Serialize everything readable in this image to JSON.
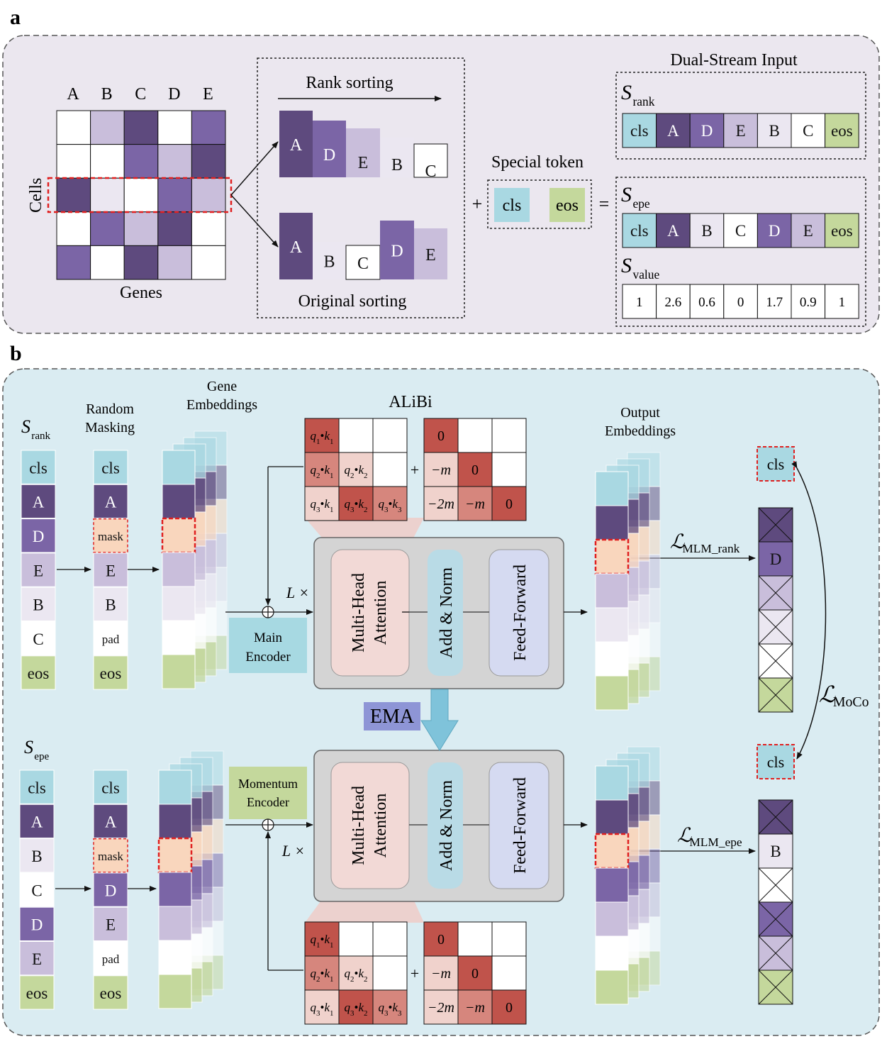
{
  "colors": {
    "panel_a_bg": "#ebe7ef",
    "panel_b_bg": "#daecf2",
    "cls": "#a9d8e2",
    "eos": "#c4d89c",
    "mask": "#f9d6bd",
    "purple_dark": "#5e4a7e",
    "purple_mid": "#7b65a6",
    "purple_light": "#c9bedb",
    "purple_pale": "#ebe7f1",
    "white": "#ffffff",
    "alibi_dark": "#c0534b",
    "alibi_mid": "#d6867d",
    "alibi_light": "#f0d2cc",
    "encoder_gray": "#d4d4d4",
    "mha_pink": "#f2d9d6",
    "addnorm_blue": "#b9dbe6",
    "ff_lavender": "#d5daf1",
    "ema_blue": "#8e95d6",
    "main_encoder_bg": "#a7d9e2",
    "momentum_encoder_bg": "#c4d89c"
  },
  "panel_a": {
    "label": "a",
    "gene_letters": [
      "A",
      "B",
      "C",
      "D",
      "E"
    ],
    "cells_label": "Cells",
    "genes_label": "Genes",
    "matrix": [
      [
        "white",
        "light",
        "dark",
        "white",
        "mid"
      ],
      [
        "white",
        "white",
        "mid",
        "light",
        "dark"
      ],
      [
        "dark",
        "pale",
        "white",
        "mid",
        "light"
      ],
      [
        "white",
        "mid",
        "light",
        "dark",
        "white"
      ],
      [
        "mid",
        "white",
        "dark",
        "light",
        "white"
      ]
    ],
    "rank_sorting": "Rank sorting",
    "original_sorting": "Original sorting",
    "rank_bars": [
      "A",
      "D",
      "E",
      "B",
      "C"
    ],
    "orig_bars": [
      "A",
      "B",
      "C",
      "D",
      "E"
    ],
    "special_token": "Special token",
    "plus": "+",
    "equals": "=",
    "dual_stream_title": "Dual-Stream Input",
    "s_rank": {
      "S": "S",
      "sub": "rank",
      "tokens": [
        "cls",
        "A",
        "D",
        "E",
        "B",
        "C",
        "eos"
      ]
    },
    "s_epe": {
      "S": "S",
      "sub": "epe",
      "tokens": [
        "cls",
        "A",
        "B",
        "C",
        "D",
        "E",
        "eos"
      ]
    },
    "s_value": {
      "S": "S",
      "sub": "value",
      "values": [
        "1",
        "2.6",
        "0.6",
        "0",
        "1.7",
        "0.9",
        "1"
      ]
    },
    "tokens": {
      "cls": "cls",
      "eos": "eos"
    }
  },
  "panel_b": {
    "label": "b",
    "s_rank": {
      "S": "S",
      "sub": "rank",
      "tokens": [
        "cls",
        "A",
        "D",
        "E",
        "B",
        "C",
        "eos"
      ]
    },
    "s_epe": {
      "S": "S",
      "sub": "epe",
      "tokens": [
        "cls",
        "A",
        "B",
        "C",
        "D",
        "E",
        "eos"
      ]
    },
    "random_masking": [
      "Random",
      "Masking"
    ],
    "masked_rank": [
      "cls",
      "A",
      "mask",
      "E",
      "B",
      "pad",
      "eos"
    ],
    "masked_epe": [
      "cls",
      "A",
      "mask",
      "D",
      "E",
      "pad",
      "eos"
    ],
    "gene_embeddings": [
      "Gene",
      "Embeddings"
    ],
    "output_embeddings": [
      "Output",
      "Embeddings"
    ],
    "alibi_title": "ALiBi",
    "qk": [
      "q1•k1",
      "q2•k1",
      "q2•k2",
      "q3•k1",
      "q3•k2",
      "q3•k3"
    ],
    "alibi_bias": {
      "zero": "0",
      "neg_m": "−m",
      "neg_2m": "−2m"
    },
    "l_times": "L ×",
    "main_encoder": [
      "Main",
      "Encoder"
    ],
    "momentum_encoder": [
      "Momentum",
      "Encoder"
    ],
    "mha": [
      "Multi-Head",
      "Attention"
    ],
    "add_norm": "Add & Norm",
    "feed_forward": "Feed-Forward",
    "ema": "EMA",
    "loss_mlm_rank": {
      "L": "ℒ",
      "sub": "MLM_rank"
    },
    "loss_mlm_epe": {
      "L": "ℒ",
      "sub": "MLM_epe"
    },
    "loss_moco": {
      "L": "ℒ",
      "sub": "MoCo"
    },
    "cls": "cls",
    "pred_top": [
      "x",
      "D",
      "x",
      "x",
      "x",
      "x"
    ],
    "pred_bottom": [
      "x",
      "B",
      "x",
      "x",
      "x",
      "x"
    ]
  }
}
